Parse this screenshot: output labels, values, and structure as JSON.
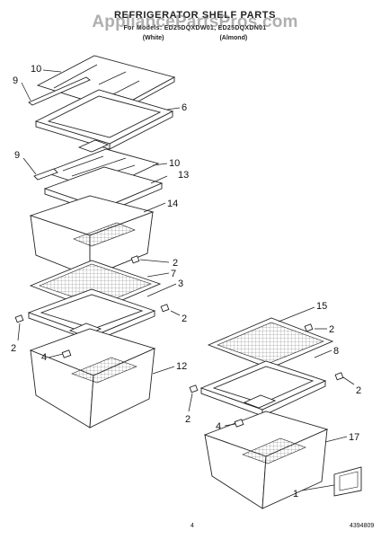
{
  "header": {
    "title": "REFRIGERATOR SHELF PARTS",
    "models": "For Models: ED25DQXDW01, ED25DQXDN01",
    "color_white": "(White)",
    "color_almond": "(Almond)"
  },
  "watermark": "AppliancePartsPros.com",
  "footer": {
    "page_number": "4",
    "part_number": "4394809"
  },
  "callouts": {
    "c10a": "10",
    "c9a": "9",
    "c6": "6",
    "c9b": "9",
    "c10b": "10",
    "c13": "13",
    "c14": "14",
    "c2a": "2",
    "c7": "7",
    "c3": "3",
    "c2b": "2",
    "c2c": "2",
    "c4a": "4",
    "c12": "12",
    "c15": "15",
    "c2d": "2",
    "c8": "8",
    "c2e": "2",
    "c2f": "2",
    "c4b": "4",
    "c17": "17",
    "c1": "1"
  }
}
